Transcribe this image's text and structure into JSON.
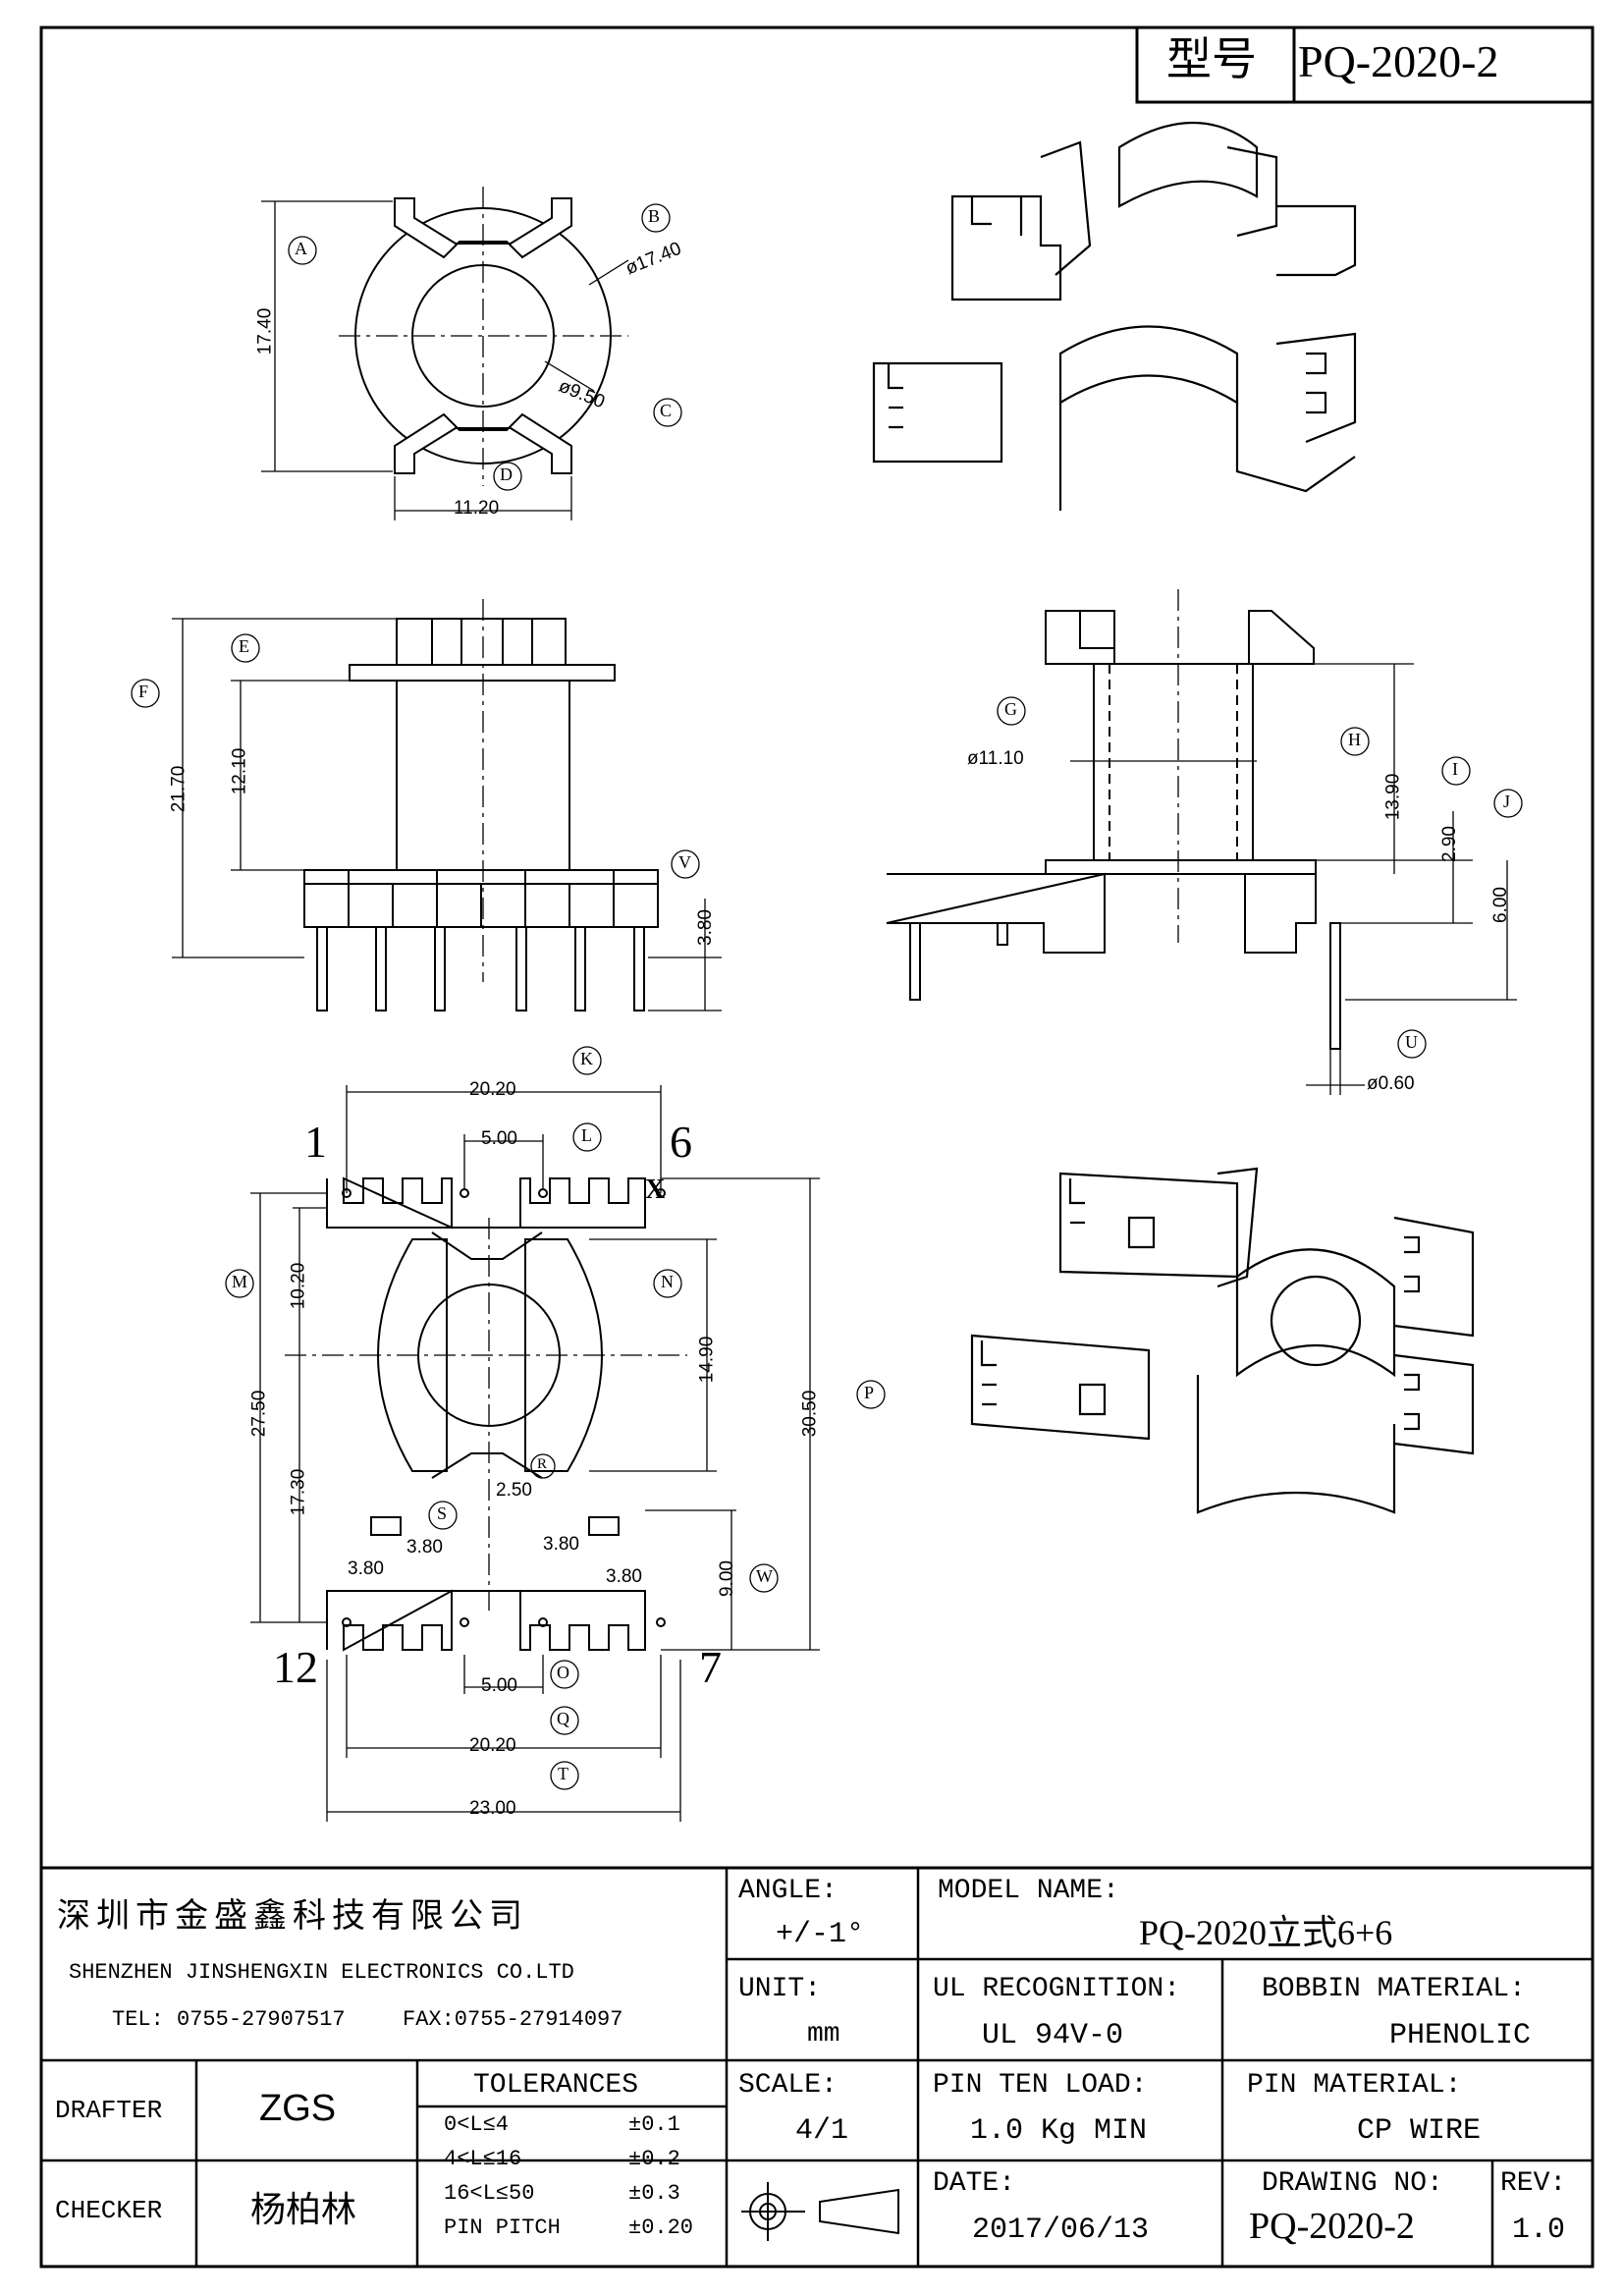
{
  "header": {
    "model_label": "型号",
    "model_code": "PQ-2020-2"
  },
  "views": {
    "top_view": {
      "callouts": [
        "A",
        "B",
        "C",
        "D"
      ],
      "dims": {
        "height": "17.40",
        "outer_dia": "ø17.40",
        "inner_dia": "ø9.50",
        "width": "11.20"
      }
    },
    "front_view": {
      "callouts": [
        "E",
        "F",
        "V"
      ],
      "dims": {
        "overall_height": "21.70",
        "winding_height": "12.10",
        "pin_length": "3.80"
      }
    },
    "side_view": {
      "callouts": [
        "G",
        "H",
        "I",
        "J",
        "U"
      ],
      "dims": {
        "core_dia": "ø11.10",
        "height_h": "13.90",
        "height_i": "2.90",
        "height_j": "6.00",
        "pin_dia": "ø0.60"
      }
    },
    "bottom_view": {
      "callouts": [
        "K",
        "L",
        "M",
        "N",
        "O",
        "P",
        "Q",
        "R",
        "S",
        "T",
        "W"
      ],
      "pin_labels": {
        "p1": "1",
        "p6": "6",
        "p7": "7",
        "p12": "12",
        "x_mark": "X"
      },
      "dims": {
        "top_span": "20.20",
        "top_pitch": "5.00",
        "m_height": "10.20",
        "m_total": "27.50",
        "m_lower": "17.30",
        "n_height": "14.90",
        "p_total": "30.50",
        "r_gap": "2.50",
        "s_left": "3.80",
        "s_left2": "3.80",
        "s_right": "3.80",
        "s_right2": "3.80",
        "w_height": "9.00",
        "bottom_pitch": "5.00",
        "q_span": "20.20",
        "t_width": "23.00"
      }
    }
  },
  "title_block": {
    "company_cn": "深圳市金盛鑫科技有限公司",
    "company_en": "SHENZHEN JINSHENGXIN ELECTRONICS CO.LTD",
    "tel": "TEL: 0755-27907517",
    "fax": "FAX:0755-27914097",
    "angle_label": "ANGLE:",
    "angle_value": "+/-1°",
    "model_name_label": "MODEL NAME:",
    "model_name_value": "PQ-2020立式6+6",
    "unit_label": "UNIT:",
    "unit_value": "mm",
    "ul_label": "UL RECOGNITION:",
    "ul_value": "UL 94V-0",
    "bobbin_label": "BOBBIN MATERIAL:",
    "bobbin_value": "PHENOLIC",
    "drafter_label": "DRAFTER",
    "drafter_value": "ZGS",
    "checker_label": "CHECKER",
    "checker_value": "杨柏林",
    "tolerances_label": "TOLERANCES",
    "tolerances": [
      {
        "range": "0<L≤4",
        "tol": "±0.1"
      },
      {
        "range": "4<L≤16",
        "tol": "±0.2"
      },
      {
        "range": "16<L≤50",
        "tol": "±0.3"
      },
      {
        "range": "PIN PITCH",
        "tol": "±0.20"
      }
    ],
    "scale_label": "SCALE:",
    "scale_value": "4/1",
    "pin_load_label": "PIN TEN LOAD:",
    "pin_load_value": "1.0 Kg MIN",
    "pin_material_label": "PIN MATERIAL:",
    "pin_material_value": "CP WIRE",
    "date_label": "DATE:",
    "date_value": "2017/06/13",
    "drawing_no_label": "DRAWING NO:",
    "drawing_no_value": "PQ-2020-2",
    "rev_label": "REV:",
    "rev_value": "1.0"
  }
}
